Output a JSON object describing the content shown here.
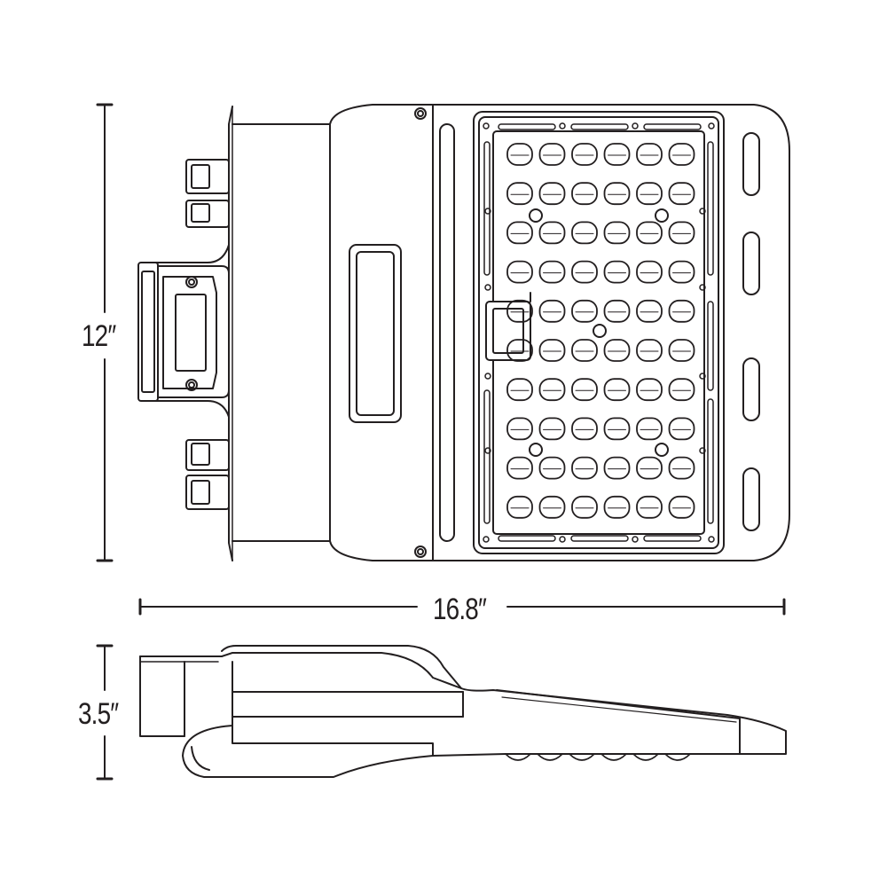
{
  "dimensions": {
    "height": "12″",
    "width": "16.8″",
    "depth": "3.5″"
  },
  "colors": {
    "line": "#231f20",
    "background": "#ffffff"
  },
  "led_array": {
    "rows": 10,
    "columns": 6
  }
}
